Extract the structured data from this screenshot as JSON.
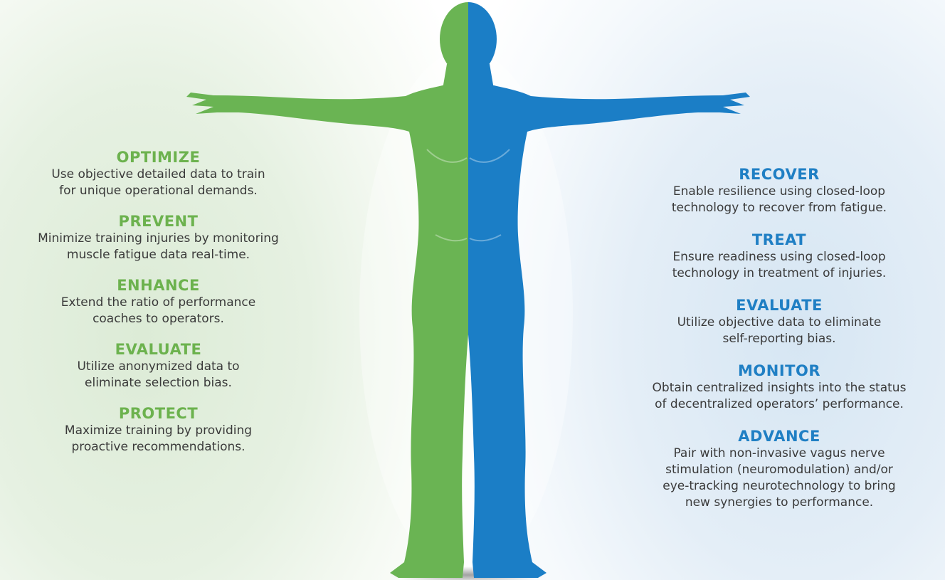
{
  "colors": {
    "green": "#6cb24e",
    "blue": "#1f7fc4",
    "figure_green": "#6ab453",
    "figure_blue": "#1b7ec6",
    "text": "#3a3a3a"
  },
  "left": [
    {
      "title": "OPTIMIZE",
      "lines": [
        "Use objective detailed data to train",
        "for unique operational demands."
      ]
    },
    {
      "title": "PREVENT",
      "lines": [
        "Minimize training injuries by monitoring",
        "muscle fatigue data real-time."
      ]
    },
    {
      "title": "ENHANCE",
      "lines": [
        "Extend the ratio of performance",
        "coaches to operators."
      ]
    },
    {
      "title": "EVALUATE",
      "lines": [
        "Utilize anonymized data to",
        "eliminate selection bias."
      ]
    },
    {
      "title": "PROTECT",
      "lines": [
        "Maximize training by providing",
        "proactive recommendations."
      ]
    }
  ],
  "right": [
    {
      "title": "RECOVER",
      "lines": [
        "Enable resilience using closed-loop",
        "technology to recover from fatigue."
      ]
    },
    {
      "title": "TREAT",
      "lines": [
        "Ensure readiness using closed-loop",
        "technology in treatment of injuries."
      ]
    },
    {
      "title": "EVALUATE",
      "lines": [
        "Utilize objective data to eliminate",
        "self-reporting bias."
      ]
    },
    {
      "title": "MONITOR",
      "lines": [
        "Obtain centralized insights into the status",
        "of decentralized operators’ performance."
      ]
    },
    {
      "title": "ADVANCE",
      "lines": [
        "Pair with non-invasive vagus nerve",
        "stimulation (neuromodulation) and/or",
        "eye-tracking neurotechnology to bring",
        "new synergies to performance."
      ]
    }
  ],
  "figure": {
    "icon": "human-body-icon"
  }
}
